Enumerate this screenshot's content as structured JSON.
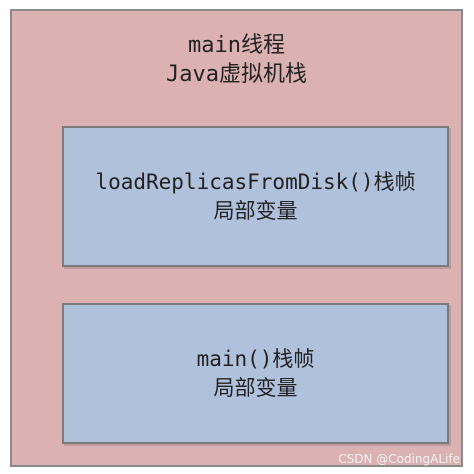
{
  "diagram": {
    "stack": {
      "line1": "main线程",
      "line2": "Java虚拟机栈"
    },
    "frames": [
      {
        "line1": "loadReplicasFromDisk()栈帧",
        "line2": "局部变量"
      },
      {
        "line1": "main()栈帧",
        "line2": "局部变量"
      }
    ]
  },
  "watermark": "CSDN @CodingALife",
  "colors": {
    "stack_fill": "#dcb1b1",
    "frame_fill": "#b0c1dc",
    "border": "#8a8a8a"
  }
}
